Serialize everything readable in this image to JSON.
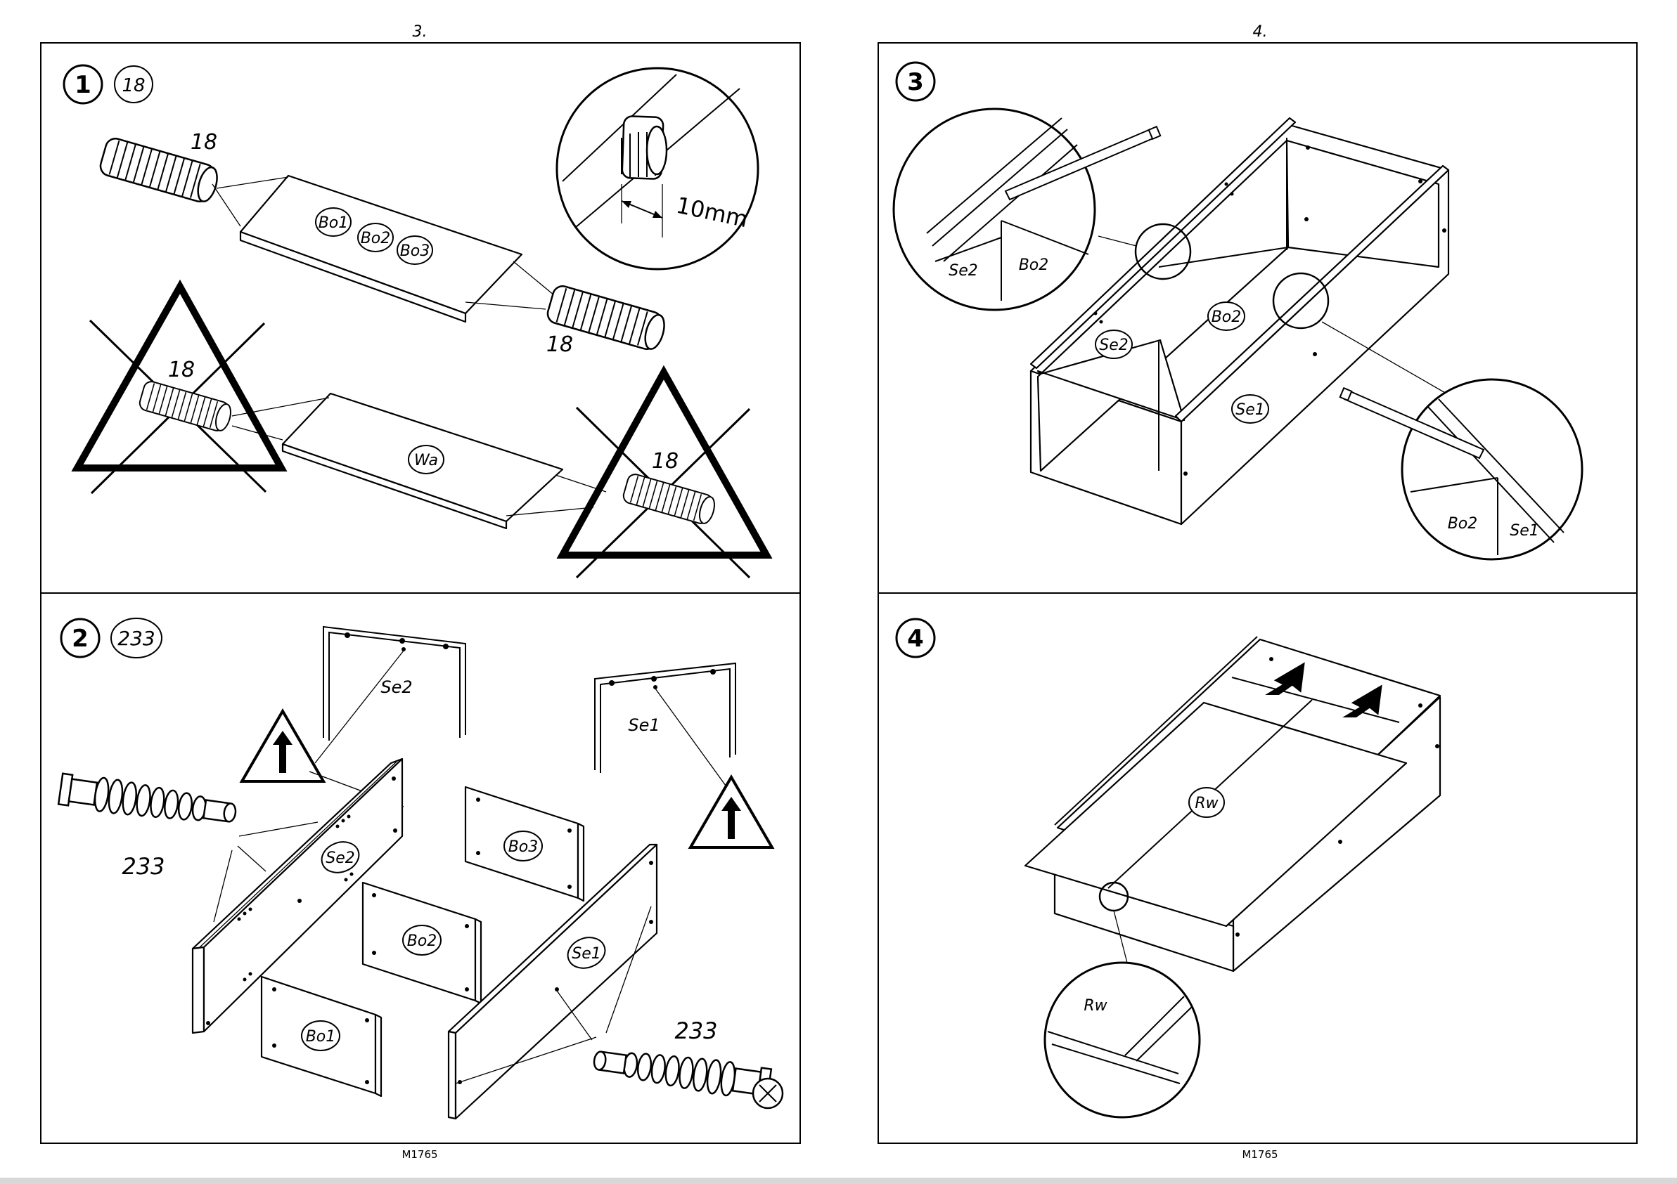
{
  "page_numbers": {
    "left": "3.",
    "right": "4."
  },
  "footer": {
    "left_code": "M1765",
    "right_code": "M1765"
  },
  "step1": {
    "number": "1",
    "part_count": "18",
    "dowel_label_a": "18",
    "dowel_label_b": "18",
    "dowel_label_wrong_a": "18",
    "dowel_label_wrong_b": "18",
    "depth_measure": "10mm",
    "panel_labels": [
      "Bo1",
      "Bo2",
      "Bo3"
    ],
    "wrong_panel_label": "Wa"
  },
  "step2": {
    "number": "2",
    "part_count": "233",
    "screw_label_a": "233",
    "screw_label_b": "233",
    "side_left_label": "Se2",
    "side_right_label": "Se1",
    "side_left_panel": "Se2",
    "side_right_panel": "Se1",
    "bottom_labels": [
      "Bo1",
      "Bo2",
      "Bo3"
    ]
  },
  "step3": {
    "number": "3",
    "box_labels": {
      "back": "Bo2",
      "side": "Se2",
      "front": "Se1"
    },
    "detail_left": {
      "side": "Se2",
      "bottom": "Bo2"
    },
    "detail_right": {
      "bottom": "Bo2",
      "side": "Se1"
    }
  },
  "step4": {
    "number": "4",
    "panel_label": "Rw",
    "detail_label": "Rw"
  }
}
